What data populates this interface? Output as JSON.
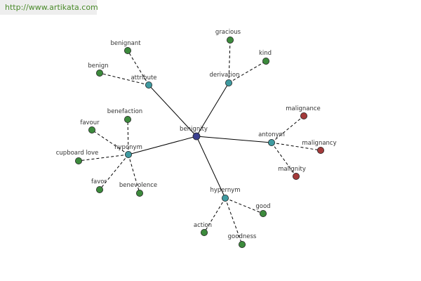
{
  "watermark": "http://www.artikata.com",
  "colors": {
    "center": "#3a3f8f",
    "relation": "#3f9aa0",
    "word": "#3c8a3c",
    "antonym_word": "#a33a3a"
  },
  "graph": {
    "center": {
      "id": "benignity",
      "label": "benignity"
    },
    "relations": [
      {
        "id": "attribute",
        "label": "attribute",
        "words": [
          "benignant",
          "benign"
        ]
      },
      {
        "id": "derivation",
        "label": "derivation",
        "words": [
          "gracious",
          "kind"
        ]
      },
      {
        "id": "antonym",
        "label": "antonym",
        "words": [
          "malignance",
          "malignancy",
          "malignity"
        ]
      },
      {
        "id": "hypernym",
        "label": "hypernym",
        "words": [
          "good",
          "goodness",
          "action"
        ]
      },
      {
        "id": "hyponym",
        "label": "hyponym",
        "words": [
          "benefaction",
          "favour",
          "cupboard love",
          "favor",
          "benevolence"
        ]
      }
    ]
  }
}
